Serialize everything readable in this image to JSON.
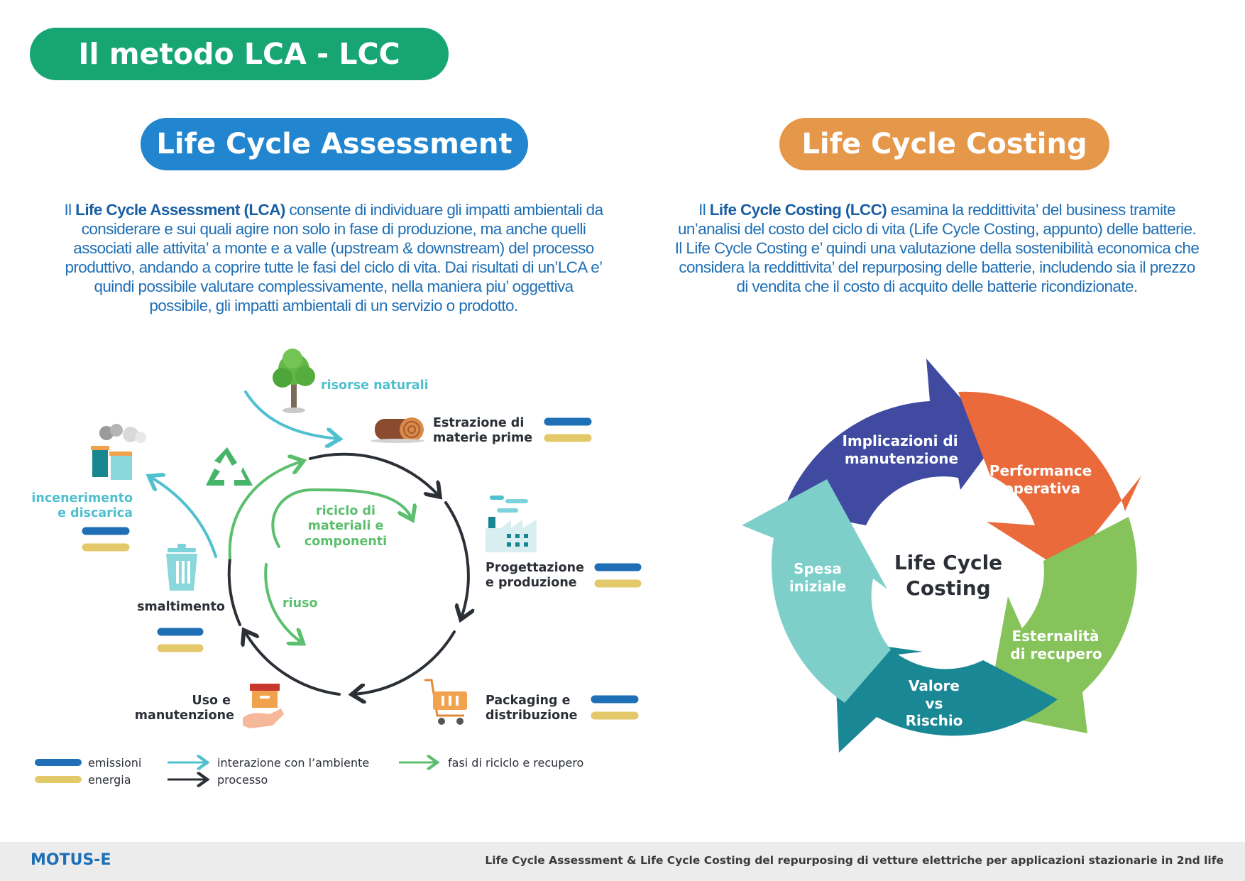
{
  "header": {
    "title": "Il metodo LCA - LCC"
  },
  "lca": {
    "title": "Life Cycle Assessment",
    "para_bold": "Life Cycle Assessment (LCA)",
    "para_prefix": "Il ",
    "para_rest": " consente di individuare gli impatti ambientali da considerare e sui quali agire non solo in fase di produzione, ma anche quelli associati alle attivita’ a monte e a valle (upstream & downstream) del processo produttivo, andando a coprire tutte le fasi del ciclo di vita. Dai risultati di un’LCA e’ quindi possibile valutare complessivamente, nella maniera piu’ oggettiva possibile, gli impatti ambientali di un servizio o prodotto.",
    "diagram": {
      "risorse": "risorse naturali",
      "estrazione_1": "Estrazione di",
      "estrazione_2": "materie prime",
      "progettazione_1": "Progettazione",
      "progettazione_2": "e produzione",
      "packaging_1": "Packaging e",
      "packaging_2": "distribuzione",
      "uso_1": "Uso e",
      "uso_2": "manutenzione",
      "smaltimento": "smaltimento",
      "incenerimento_1": "incenerimento",
      "incenerimento_2": "e discarica",
      "riciclo_1": "riciclo di",
      "riciclo_2": "materiali e",
      "riciclo_3": "componenti",
      "riuso": "riuso"
    },
    "legend": {
      "emissioni": "emissioni",
      "energia": "energia",
      "interazione": "interazione con l’ambiente",
      "processo": "processo",
      "fasi": "fasi di riciclo e recupero"
    },
    "colors": {
      "emissioni": "#1f6fb6",
      "energia": "#e3c96a",
      "interazione": "#4fc0cf",
      "processo": "#2b2f36",
      "riciclo": "#5cbf6e"
    }
  },
  "lcc": {
    "title": "Life Cycle Costing",
    "para_prefix": "Il ",
    "para_bold": "Life Cycle Costing (LCC)",
    "para_rest": " esamina la reddittivita’ del business tramite un’analisi del costo del ciclo di vita (Life Cycle Costing, appunto) delle batterie. Il Life Cycle Costing e’ quindi una valutazione della sostenibilità economica che considera la reddittivita’ del repurposing delle batterie, includendo sia il prezzo di vendita che il costo di acquito delle batterie ricondizionate.",
    "center_1": "Life Cycle",
    "center_2": "Costing",
    "segments": {
      "implicazioni_1": "Implicazioni di",
      "implicazioni_2": "manutenzione",
      "performance_1": "Performance",
      "performance_2": "operativa",
      "esternalita_1": "Esternalità",
      "esternalita_2": "di recupero",
      "valore_1": "Valore",
      "valore_2": "vs",
      "valore_3": "Rischio",
      "spesa_1": "Spesa",
      "spesa_2": "iniziale"
    },
    "colors": {
      "implicazioni": "#3f4aa0",
      "performance": "#ea6a3c",
      "esternalita": "#86c35a",
      "valore": "#198894",
      "spesa": "#7ecfca"
    }
  },
  "footer": {
    "logo": "MOTUS-E",
    "caption": "Life Cycle Assessment & Life Cycle Costing del repurposing di vetture elettriche per applicazioni stazionarie in 2nd life"
  }
}
